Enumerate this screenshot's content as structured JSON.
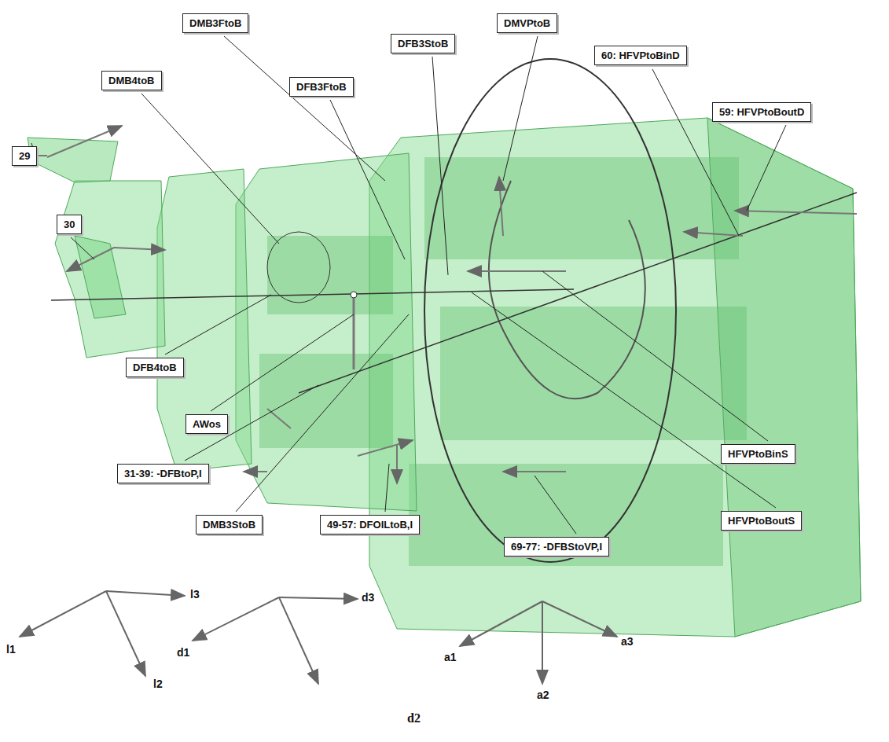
{
  "diagram": {
    "nodes": [
      {
        "text": [
          "DMB3FtoB"
        ]
      },
      {
        "text": [
          "DMB4toB"
        ]
      },
      {
        "text": [
          "DFB3StoB"
        ]
      },
      {
        "text": [
          "DMVPtoB"
        ]
      },
      {
        "text": [
          "60: HFVPtoBinD"
        ]
      },
      {
        "text": [
          "DFB3FtoB"
        ]
      },
      {
        "text": [
          "59: HFVPtoBoutD"
        ]
      },
      {
        "text": [
          "29"
        ]
      },
      {
        "text": [
          "30"
        ]
      },
      {
        "text": [
          "DFB4toB"
        ]
      },
      {
        "text": [
          "AWos"
        ]
      },
      {
        "text": [
          "31-39: -DFBtoP,I"
        ]
      },
      {
        "text": [
          "HFVPtoBinS"
        ]
      },
      {
        "text": [
          "HFVPtoBoutS"
        ]
      },
      {
        "text": [
          "DMB3StoB"
        ]
      },
      {
        "text": [
          "49-57: DFOILtoB,I"
        ]
      },
      {
        "text": [
          "69-77: -DFBStoVP,I"
        ]
      }
    ],
    "labels": [
      "l1",
      "l2",
      "l3",
      "d1",
      "d3",
      "a1",
      "a2",
      "a3",
      "d2"
    ]
  }
}
